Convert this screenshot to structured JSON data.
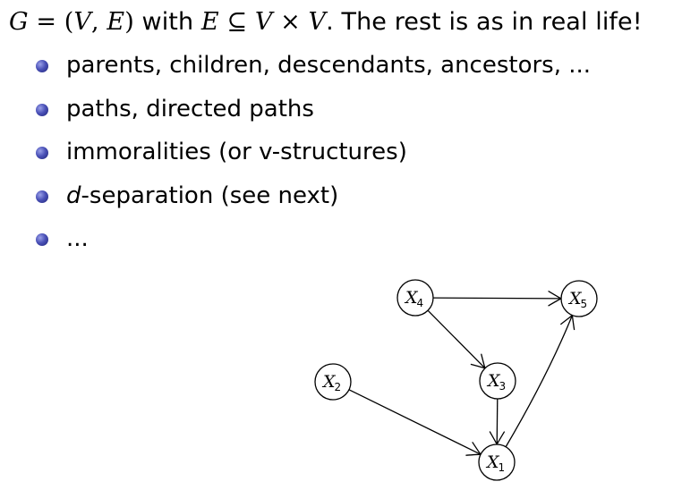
{
  "heading": {
    "g": "G",
    "eq": " = (",
    "v": "V",
    "comma": ", ",
    "e": "E",
    "close": ")",
    "with": " with ",
    "e2": "E",
    "subseteq": " ⊆ ",
    "v2": "V",
    "times": " × ",
    "v3": "V",
    "rest": ". The rest is as in real life!"
  },
  "bullets": [
    {
      "text": "parents, children, descendants, ancestors, ..."
    },
    {
      "text": "paths, directed paths"
    },
    {
      "text": "immoralities (or v-structures)"
    },
    {
      "italic": "d",
      "text": "-separation (see next)"
    },
    {
      "text": "..."
    }
  ],
  "graph": {
    "nodes": [
      {
        "id": "X4",
        "label": "X",
        "sub": "4"
      },
      {
        "id": "X5",
        "label": "X",
        "sub": "5"
      },
      {
        "id": "X2",
        "label": "X",
        "sub": "2"
      },
      {
        "id": "X3",
        "label": "X",
        "sub": "3"
      },
      {
        "id": "X1",
        "label": "X",
        "sub": "1"
      }
    ],
    "edges": [
      {
        "from": "X4",
        "to": "X5"
      },
      {
        "from": "X4",
        "to": "X3"
      },
      {
        "from": "X2",
        "to": "X1"
      },
      {
        "from": "X3",
        "to": "X1"
      },
      {
        "from": "X1",
        "to": "X5"
      }
    ]
  }
}
